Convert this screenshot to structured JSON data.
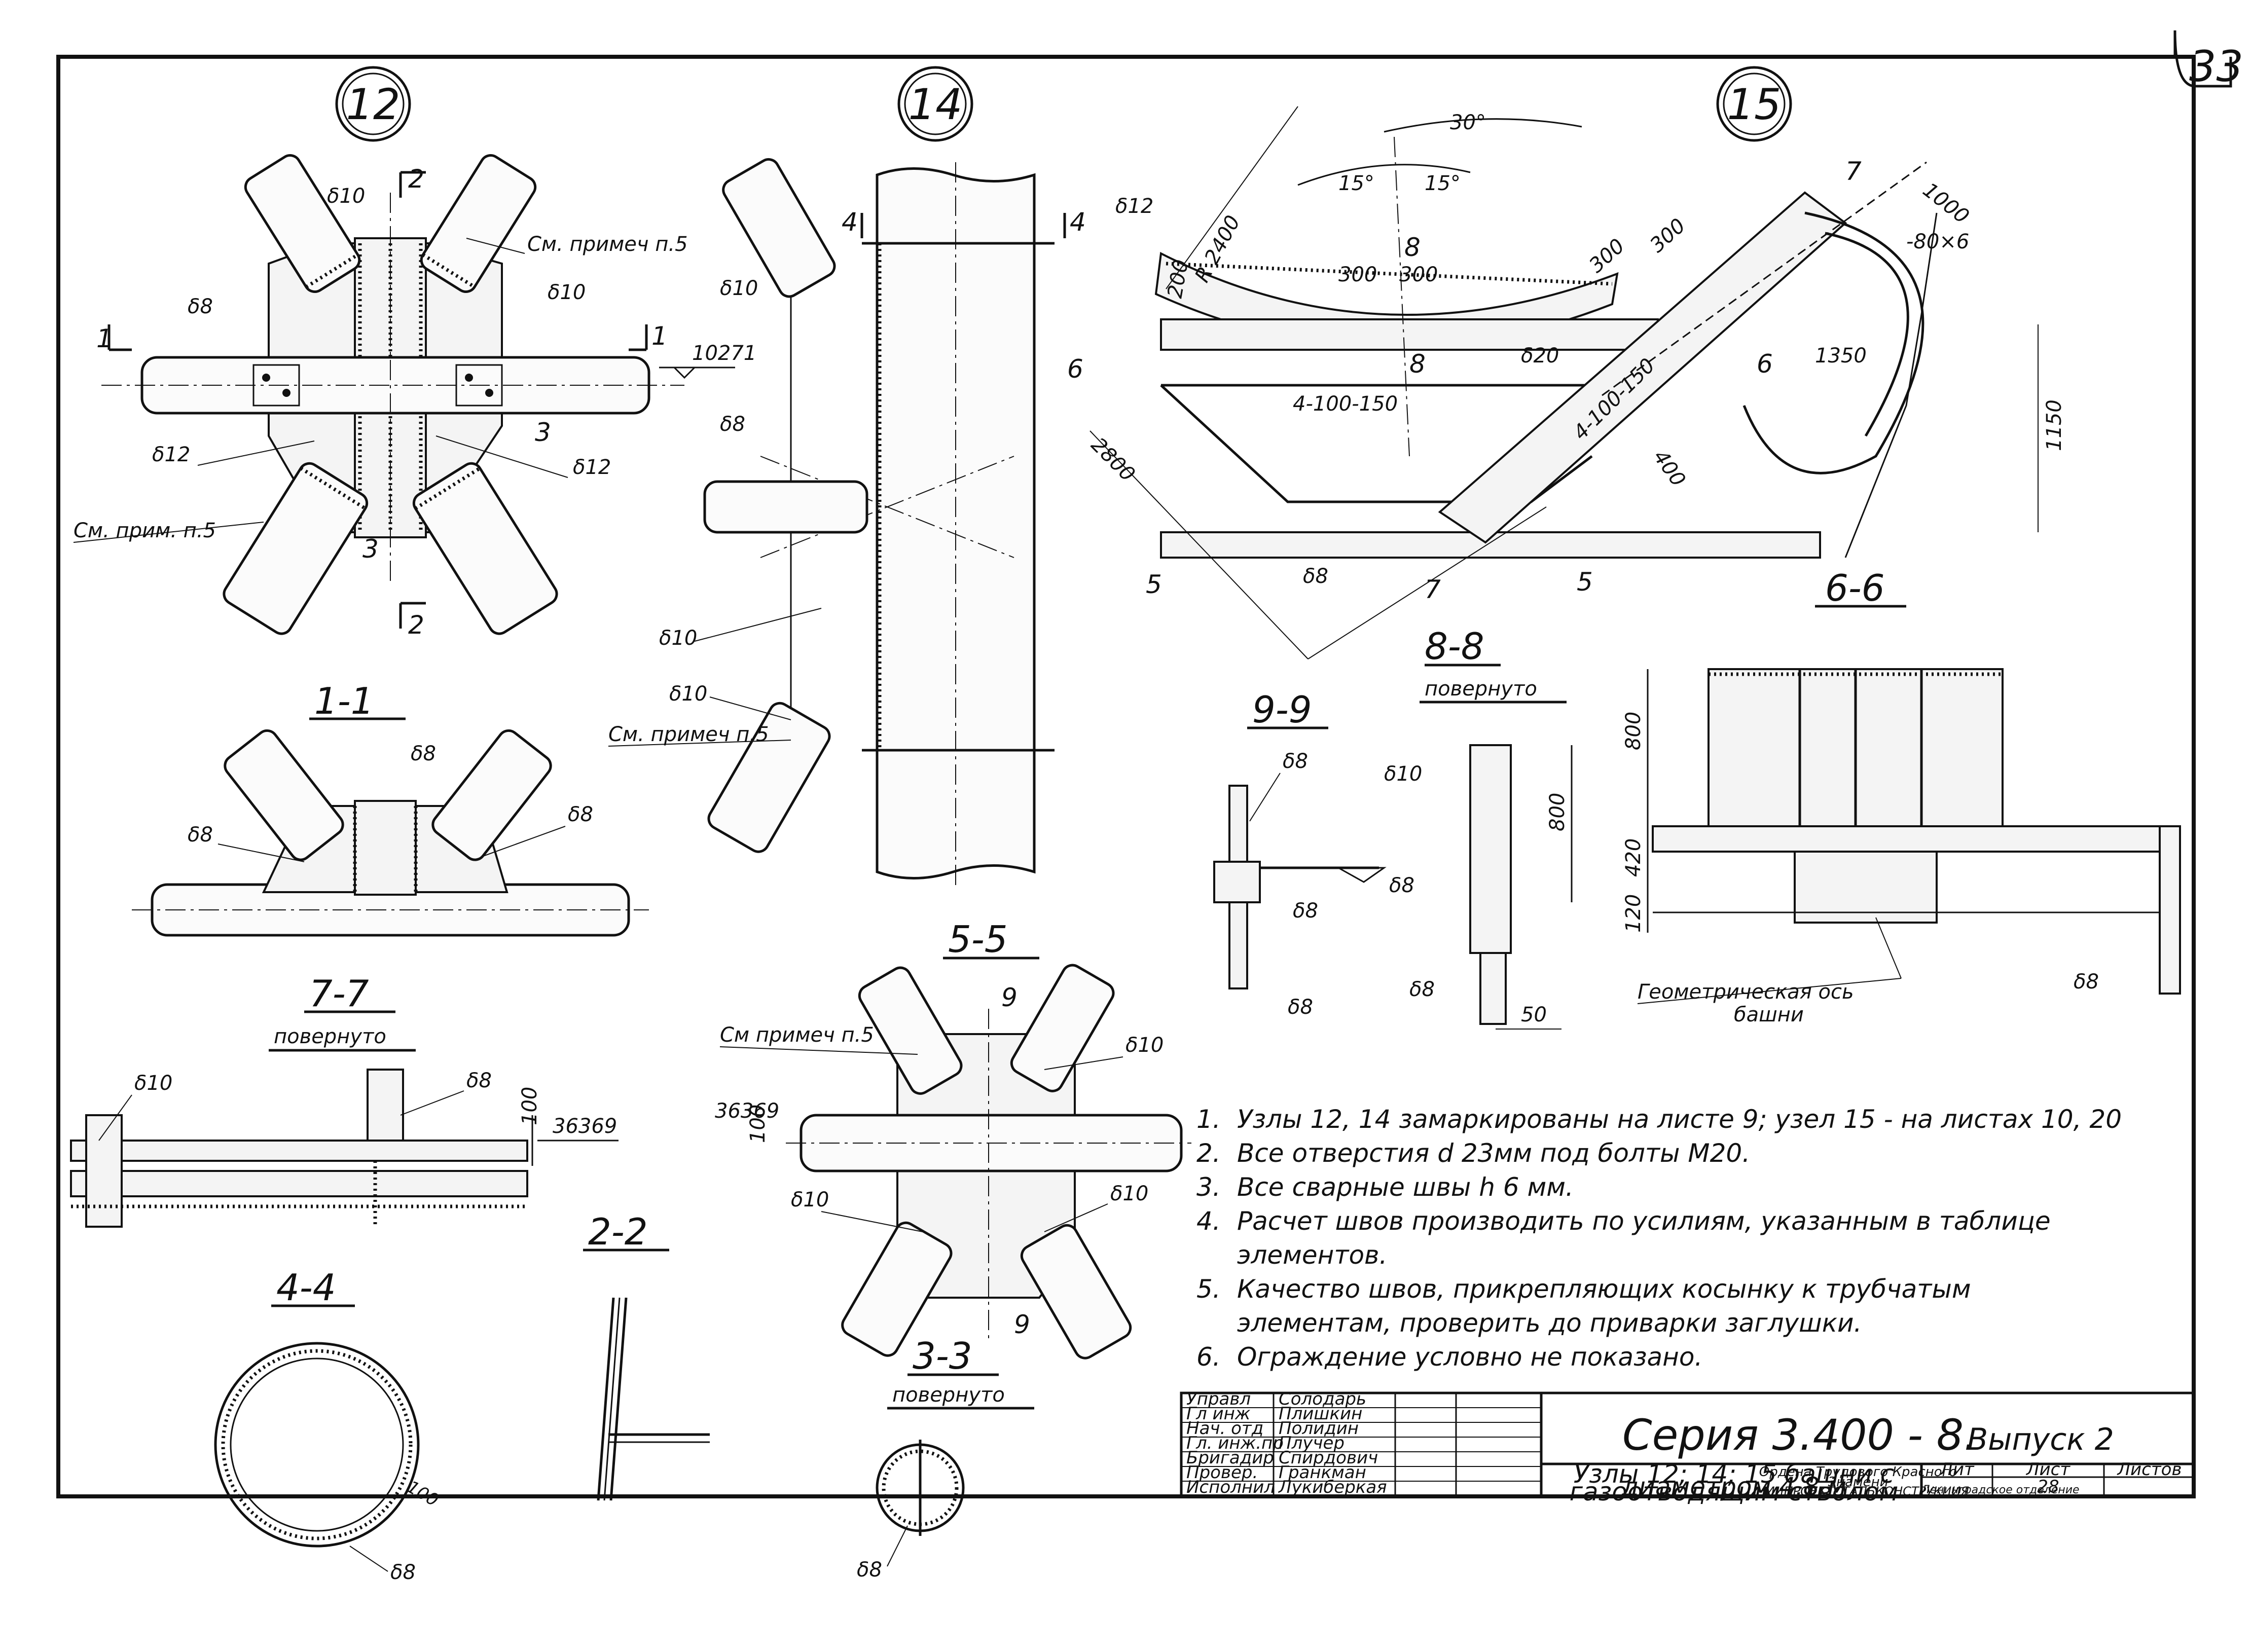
{
  "sheet_number": "33",
  "nodes": {
    "n12": "12",
    "n14": "14",
    "n15": "15"
  },
  "sections": {
    "s11": "1-1",
    "s22": "2-2",
    "s33": "3-3",
    "s44": "4-4",
    "s55": "5-5",
    "s66": "6-6",
    "s77": "7-7",
    "s88": "8-8",
    "s99": "9-9",
    "rotated": "повернуто"
  },
  "labels": {
    "see_note5_a": "См. примеч п.5",
    "see_note5_b": "См. прим. п.5",
    "see_note5_c": "См. примеч п.5",
    "see_note5_d": "См примеч п.5",
    "geom_axis_1": "Геометрическая ось",
    "geom_axis_2": "башни"
  },
  "thickness": {
    "d8": "δ8",
    "d10": "δ10",
    "d12": "δ12",
    "d20": "δ20"
  },
  "dimensions": {
    "elev_10271": "10271",
    "elev_36369": "36369",
    "r2400": "R 2400",
    "a30": "30°",
    "a15": "15°",
    "d300": "300",
    "d200": "200",
    "d1000": "1000",
    "pl80x6": "-80×6",
    "d1350": "1350",
    "d1150": "1150",
    "d2800": "2800",
    "d400": "400",
    "d4_100_150": "4-100-150",
    "d800": "800",
    "d420": "420",
    "d120": "120",
    "d100": "100",
    "d50": "50",
    "cut1": "1",
    "cut2": "2",
    "cut3": "3",
    "cut4": "4",
    "cut5": "5",
    "cut6": "6",
    "cut7": "7",
    "cut8": "8",
    "cut9": "9"
  },
  "notes": [
    {
      "num": "1.",
      "text": "Узлы 12, 14 замаркированы на листе 9; узел 15 - на листах 10, 20"
    },
    {
      "num": "2.",
      "text": "Все отверстия d 23мм под болты М20."
    },
    {
      "num": "3.",
      "text": "Все сварные швы h 6 мм."
    },
    {
      "num": "4.",
      "text": "Расчет швов производить по усилиям, указанным в таблице"
    },
    {
      "num": "",
      "text": "элементов."
    },
    {
      "num": "5.",
      "text": "Качество швов, прикрепляющих косынку к трубчатым"
    },
    {
      "num": "",
      "text": "элементам, проверить до приварки заглушки."
    },
    {
      "num": "6.",
      "text": "Ограждение условно не показано."
    }
  ],
  "title_block": {
    "roles": [
      {
        "role": "Управл",
        "name": "Солодарь"
      },
      {
        "role": "Гл инж",
        "name": "Плишкин"
      },
      {
        "role": "Нач. отд",
        "name": "Полидин"
      },
      {
        "role": "Гл. инж.пр",
        "name": "Плучер"
      },
      {
        "role": "Бригадир",
        "name": "Спирдович"
      },
      {
        "role": "Провер.",
        "name": "Гранкман"
      },
      {
        "role": "Исполнил",
        "name": "Лукиберкая"
      }
    ],
    "series": "Серия 3.400 - 8.",
    "issue": "Выпуск 2",
    "title_lines": [
      "Узлы 12; 14; 15 башни с",
      "газоотводящим стволом",
      "диаметром 4,8 м"
    ],
    "col_lit": "Лит",
    "col_sheet": "Лист",
    "col_sheets": "Листов",
    "sheet_value": "28",
    "org_lines": [
      "Ордена Трудового Красного",
      "Знамени",
      "ЦНИИПРОЕКТСТАЛЬКОНСТРУКЦИЯ",
      "Ленинградское отделение"
    ]
  }
}
